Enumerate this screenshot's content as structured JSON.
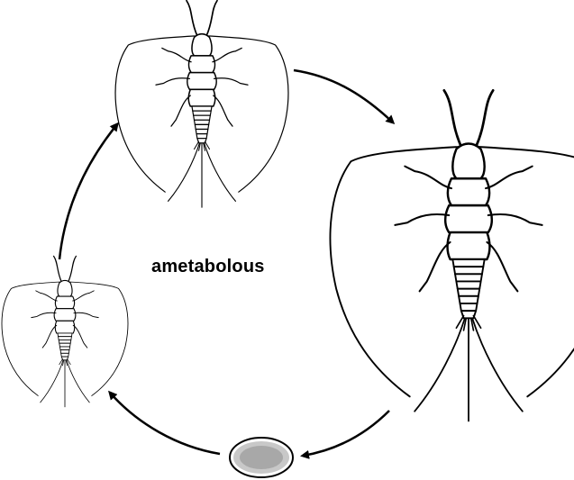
{
  "diagram": {
    "center_label": "ametabolous",
    "stages": [
      {
        "name": "egg",
        "icon": "egg-icon"
      },
      {
        "name": "young-nymph",
        "icon": "silverfish-icon"
      },
      {
        "name": "older-nymph",
        "icon": "silverfish-icon"
      },
      {
        "name": "adult",
        "icon": "silverfish-icon"
      }
    ],
    "stroke_color": "#000000",
    "background_color": "#ffffff"
  }
}
